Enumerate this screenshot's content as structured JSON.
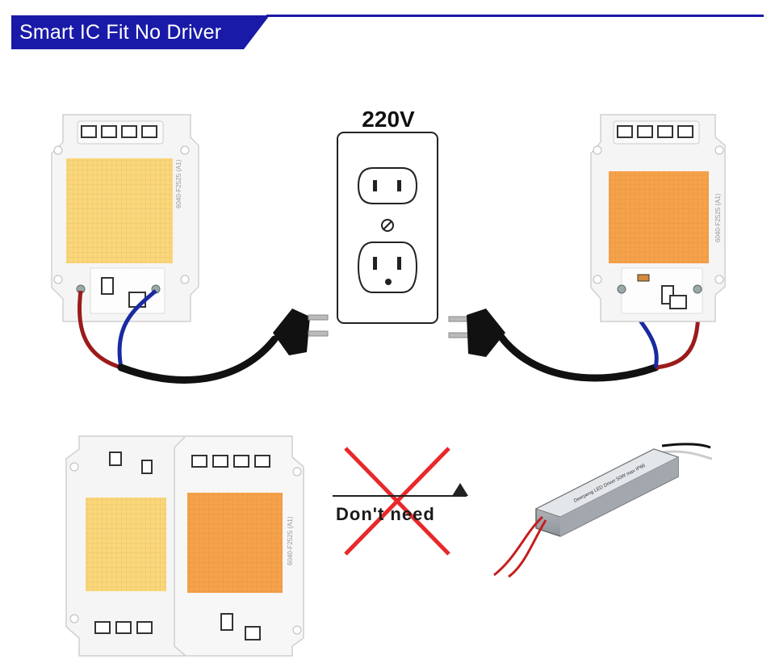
{
  "header": {
    "title": "Smart IC Fit No Driver",
    "accent_color": "#1a1aa8"
  },
  "outlet": {
    "voltage_label": "220V"
  },
  "comparison": {
    "cross_label": "Don't need",
    "cross_color": "#e8282a"
  },
  "chip_warm": {
    "color": "#fbd77a",
    "print": "6040-F2525 (A1)"
  },
  "chip_amber": {
    "color": "#f6a24a",
    "print": "6040-F2525 (A1)"
  },
  "driver_box": {
    "brand": "Deerpeng",
    "title": "LED Driver 50W max",
    "rating": "IP66"
  },
  "icons": [
    "outlet-icon",
    "plug-icon",
    "led-chip-icon",
    "driver-box-icon",
    "cross-icon"
  ]
}
